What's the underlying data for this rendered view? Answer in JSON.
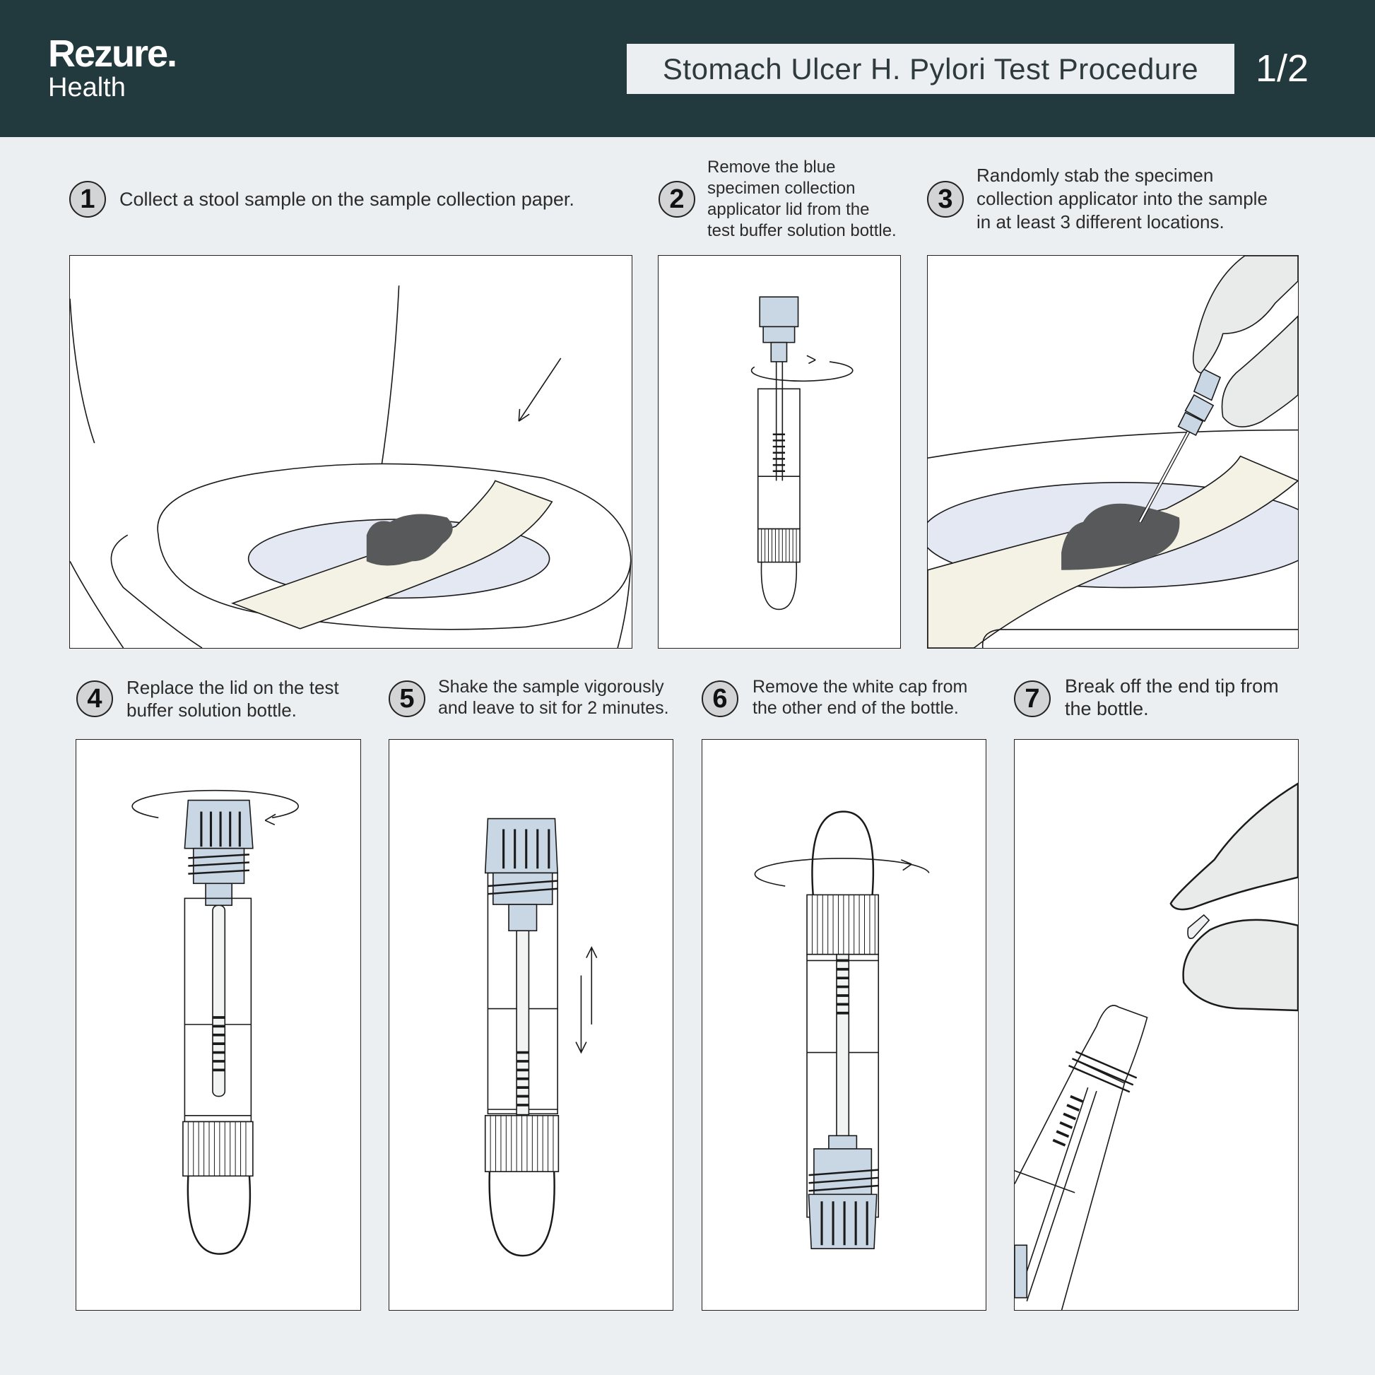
{
  "header": {
    "brand": "Rezure.",
    "brand_sub": "Health",
    "title": "Stomach Ulcer H. Pylori Test Procedure",
    "page": "1/2"
  },
  "steps": [
    {
      "number": "1",
      "text": "Collect a stool sample on the sample collection paper."
    },
    {
      "number": "2",
      "lines": [
        "Remove the blue",
        "specimen collection",
        "applicator lid from the",
        "test buffer solution bottle."
      ]
    },
    {
      "number": "3",
      "lines": [
        "Randomly stab the specimen",
        "collection applicator into the sample",
        "in at least 3 different locations."
      ]
    },
    {
      "number": "4",
      "lines": [
        "Replace the lid on the test",
        "buffer solution bottle."
      ]
    },
    {
      "number": "5",
      "lines": [
        "Shake the sample vigorously",
        "and leave to sit for 2 minutes."
      ]
    },
    {
      "number": "6",
      "lines": [
        "Remove the white cap from",
        "the other end of the bottle."
      ]
    },
    {
      "number": "7",
      "lines": [
        "Break off the end tip from",
        "the bottle."
      ]
    }
  ],
  "colors": {
    "header": "#22393d",
    "background": "#eceff1",
    "cap_blue": "#c9d6e3",
    "water": "#e4e8f2",
    "paper": "#f4f2e4",
    "stool": "#58595b",
    "glove": "#e8ebe9"
  }
}
